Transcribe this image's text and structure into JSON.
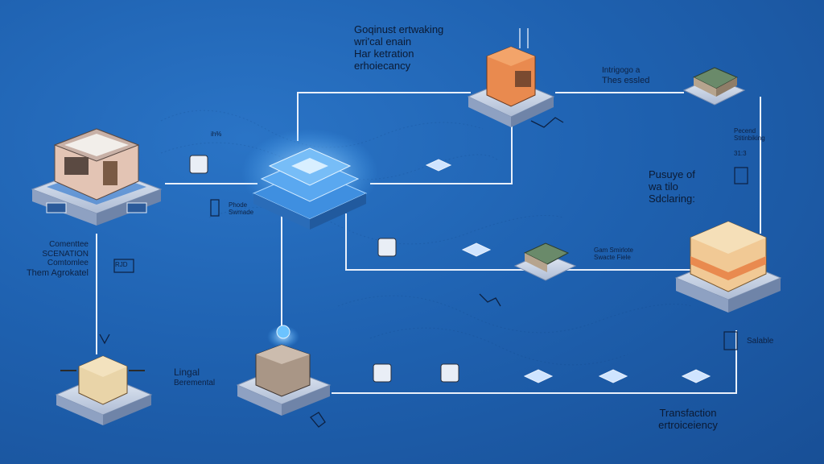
{
  "labels": {
    "top_center": [
      "Goqinust ertwaking",
      "wri'cal enain",
      "Har ketration",
      "erhoiecancy"
    ],
    "top_right": [
      "Intrigogo a",
      "Thes essled"
    ],
    "right_mid_small": [
      "Pecend",
      "Stitinbiking",
      "31:3"
    ],
    "right_purpose": [
      "Pusuye of",
      "wa tilo",
      "Sdclaring:"
    ],
    "center_small": [
      "Phode",
      "Swmade"
    ],
    "left_block": [
      "Comenttee",
      "SCENATION",
      "Comtomlee",
      "Them Agrokatel"
    ],
    "lingal": [
      "Lingal",
      "Beremental"
    ],
    "mid_right_small": [
      "Gam Smirlote",
      "Swacte Fiele"
    ],
    "scalable": "Salable",
    "bottom_right": [
      "Transfaction",
      "ertroiceiency"
    ],
    "small_tag_left": "RJD",
    "small_glyph_top": "ih%"
  },
  "colors": {
    "background_center": "#2a74c6",
    "background_edge": "#184f96",
    "connector": "#e9f0fb",
    "platform_top": "#cfd9ea",
    "accent_orange": "#e98a4f",
    "accent_red": "#c0382b",
    "chip_glow": "#4fb0ff"
  },
  "icons": [
    "building-node-icon",
    "orange-box-node-icon",
    "hub-chip-icon",
    "parcel-node-icon",
    "cube-server-icon",
    "container-node-icon",
    "solar-roof-node-icon",
    "small-box-icon",
    "chip-icon",
    "document-icon",
    "scale-icon"
  ]
}
